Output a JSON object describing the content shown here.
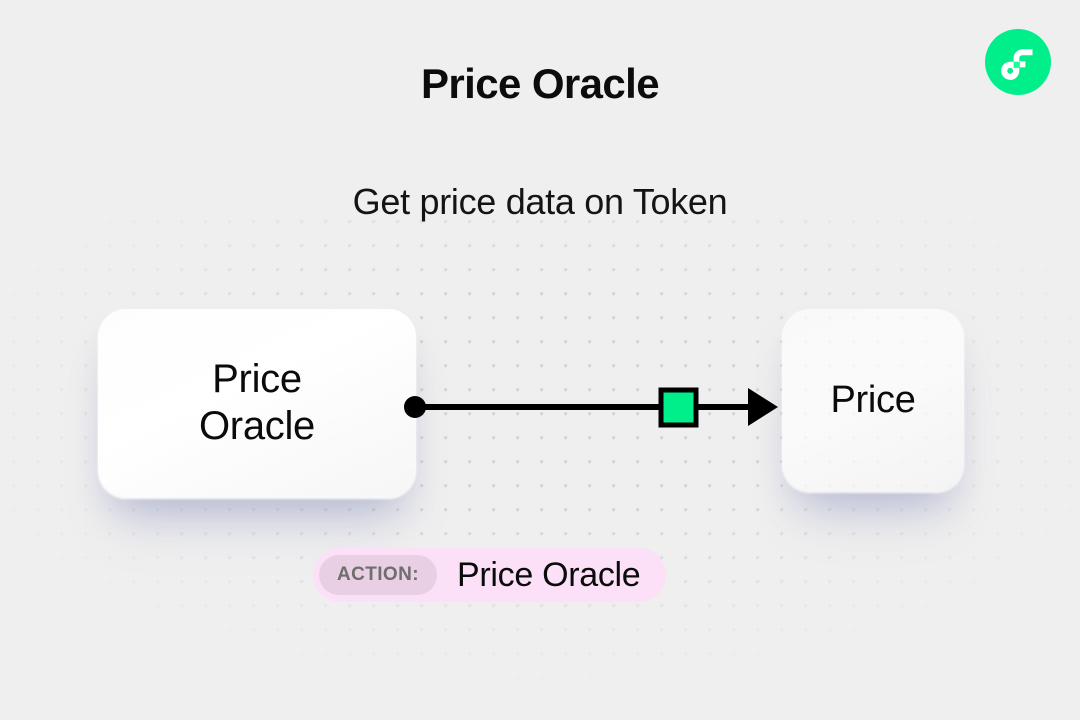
{
  "page": {
    "title": "Price Oracle",
    "subtitle": "Get price data on Token",
    "background_color": "#efefef"
  },
  "brand": {
    "name": "flow-logo",
    "circle_color": "#00ef8b",
    "mark_color": "#ffffff"
  },
  "diagram": {
    "source_node": {
      "id": "node-price-oracle",
      "label": "Price\nOracle"
    },
    "target_node": {
      "id": "node-price",
      "label": "Price"
    },
    "edge": {
      "start_dot_color": "#000000",
      "line_color": "#000000",
      "arrow_color": "#000000",
      "midpoint_marker_color": "#00ef8b",
      "midpoint_marker_border": "#000000"
    }
  },
  "action_badge": {
    "key": "ACTION:",
    "value": "Price Oracle",
    "pill_color": "#fbe0f7",
    "key_pill_color": "#e8cfe4",
    "key_text_color": "#6e6e6e"
  }
}
